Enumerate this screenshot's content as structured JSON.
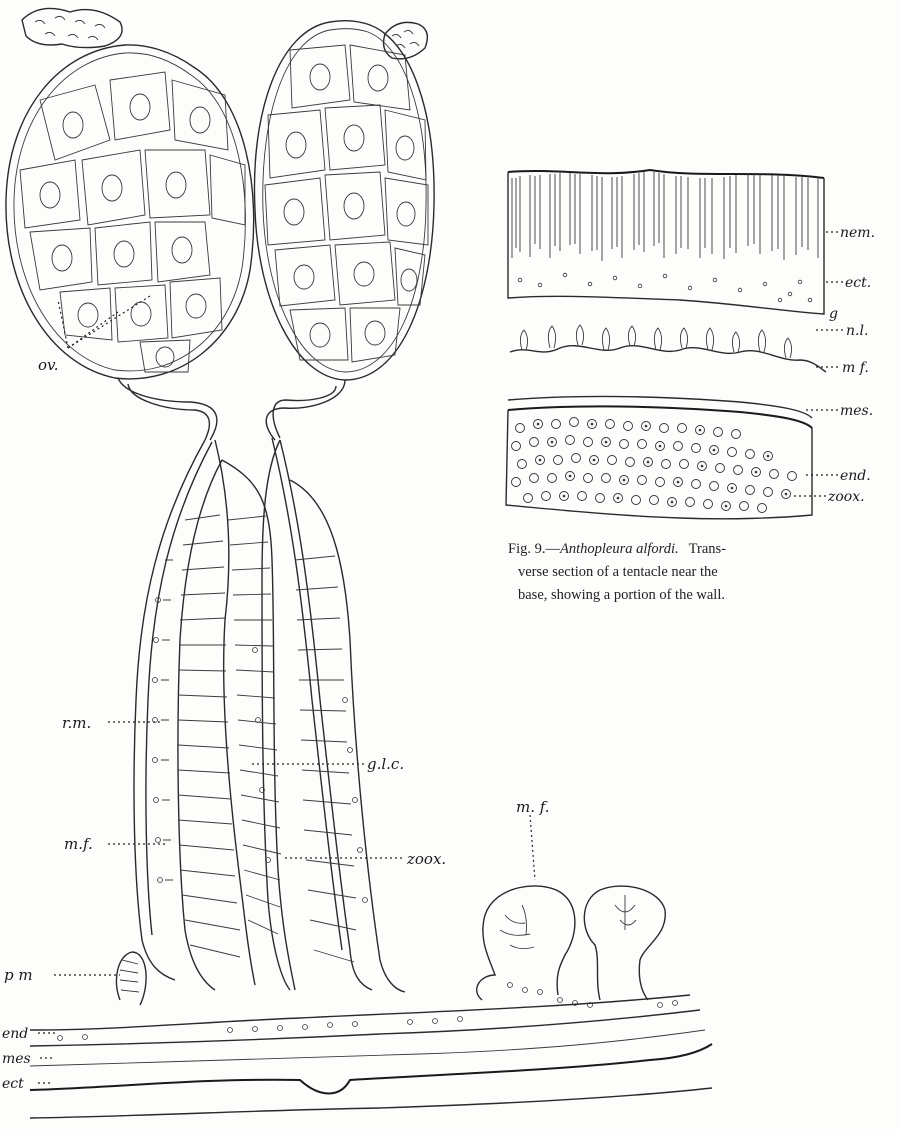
{
  "figure_main": {
    "labels": {
      "ov": "ov.",
      "rm": "r.m.",
      "glc": "g.l.c.",
      "mf_left": "m.f.",
      "zoox": "zoox.",
      "mf_right": "m. f.",
      "pm": "p m",
      "end": "end",
      "mes": "mes",
      "ect": "ect"
    }
  },
  "figure_inset": {
    "labels": {
      "nem": "nem.",
      "ect": "ect.",
      "g": "g",
      "nl": "n.l.",
      "mf": "m f.",
      "mes": "mes.",
      "end": "end.",
      "zoox": "zoox."
    },
    "caption": {
      "fig_number": "Fig. 9.—",
      "species": "Anthopleura alfordi.",
      "line1_rest": "Trans-",
      "line2": "verse section of a tentacle near the",
      "line3": "base, showing a portion of the wall."
    }
  }
}
